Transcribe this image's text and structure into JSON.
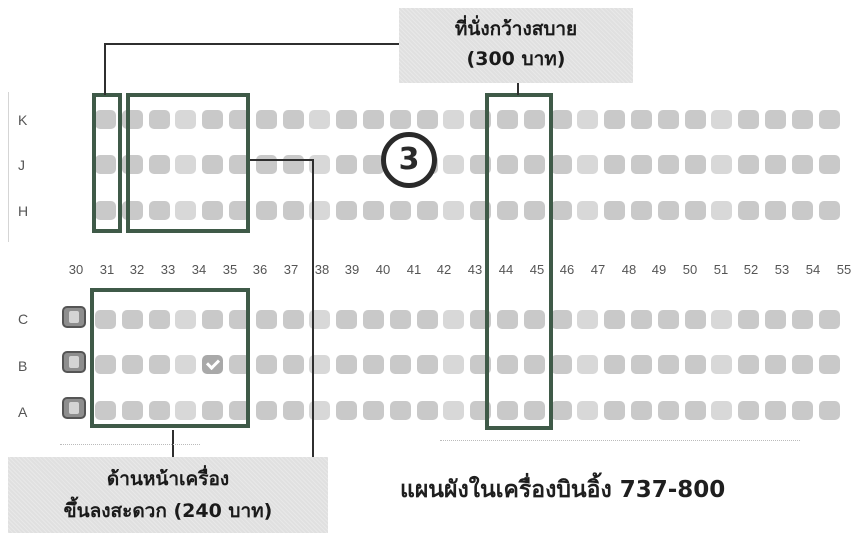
{
  "seatmap": {
    "rows_upper": [
      "K",
      "J",
      "H"
    ],
    "rows_lower": [
      "C",
      "B",
      "A"
    ],
    "columns": [
      "30",
      "31",
      "32",
      "33",
      "34",
      "35",
      "36",
      "37",
      "38",
      "39",
      "40",
      "41",
      "42",
      "43",
      "44",
      "45",
      "46",
      "47",
      "48",
      "49",
      "50",
      "51",
      "52",
      "53",
      "54",
      "55"
    ],
    "selected_seat": "B34",
    "section_number": "3",
    "colors": {
      "zone_outline": "#3f5a48",
      "seat": "#c9c9c9",
      "selected_seat": "#a9a9a9",
      "callout_bg": "#e0e0e0"
    }
  },
  "callouts": {
    "wide_seat": {
      "title": "ที่นั่งกว้างสบาย",
      "price": "(300 บาท)"
    },
    "front_seat": {
      "title": "ด้านหน้าเครื่อง",
      "price": "ขึ้นลงสะดวก (240 บาท)"
    }
  },
  "caption": "แผนผังในเครื่องบินอิ้ง 737-800"
}
